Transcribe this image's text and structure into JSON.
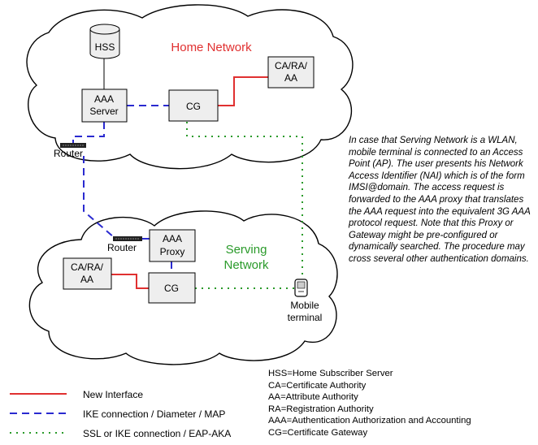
{
  "home_network": {
    "title": "Home Network",
    "nodes": {
      "hss": "HSS",
      "aaa_server": [
        "AAA",
        "Server"
      ],
      "cg": "CG",
      "ca": [
        "CA/RA/",
        "AA"
      ]
    },
    "router": "Router"
  },
  "serving_network": {
    "title": [
      "Serving",
      "Network"
    ],
    "nodes": {
      "aaa_proxy": [
        "AAA",
        "Proxy"
      ],
      "ca": [
        "CA/RA/",
        "AA"
      ],
      "cg": "CG"
    },
    "router": "Router",
    "mobile_terminal": [
      "Mobile",
      "terminal"
    ]
  },
  "note": "In case that Serving Network is a WLAN, mobile terminal is connected to an Access Point (AP). The user presents his Network Access Identifier (NAI) which is of the form IMSI@domain. The access request is forwarded to the AAA proxy that translates the AAA request into the equivalent 3G AAA protocol request. Note that this Proxy or Gateway might be pre-configured or dynamically searched. The procedure may cross several other authentication domains.",
  "legend": [
    {
      "label": "New Interface",
      "style": "solid",
      "color": "#e03030"
    },
    {
      "label": "IKE connection / Diameter / MAP",
      "style": "dashed",
      "color": "#2a2ad0"
    },
    {
      "label": "SSL or IKE connection / EAP-AKA",
      "style": "dotted",
      "color": "#2a9a2a"
    }
  ],
  "abbreviations": [
    "HSS=Home Subscriber Server",
    "CA=Certificate Authority",
    "AA=Attribute Authority",
    "RA=Registration Authority",
    "AAA=Authentication Authorization and Accounting",
    "CG=Certificate Gateway"
  ],
  "colors": {
    "red": "#e03030",
    "blue": "#2a2ad0",
    "green": "#2a9a2a",
    "title_red": "#e03030",
    "title_green": "#2a9a2a"
  }
}
